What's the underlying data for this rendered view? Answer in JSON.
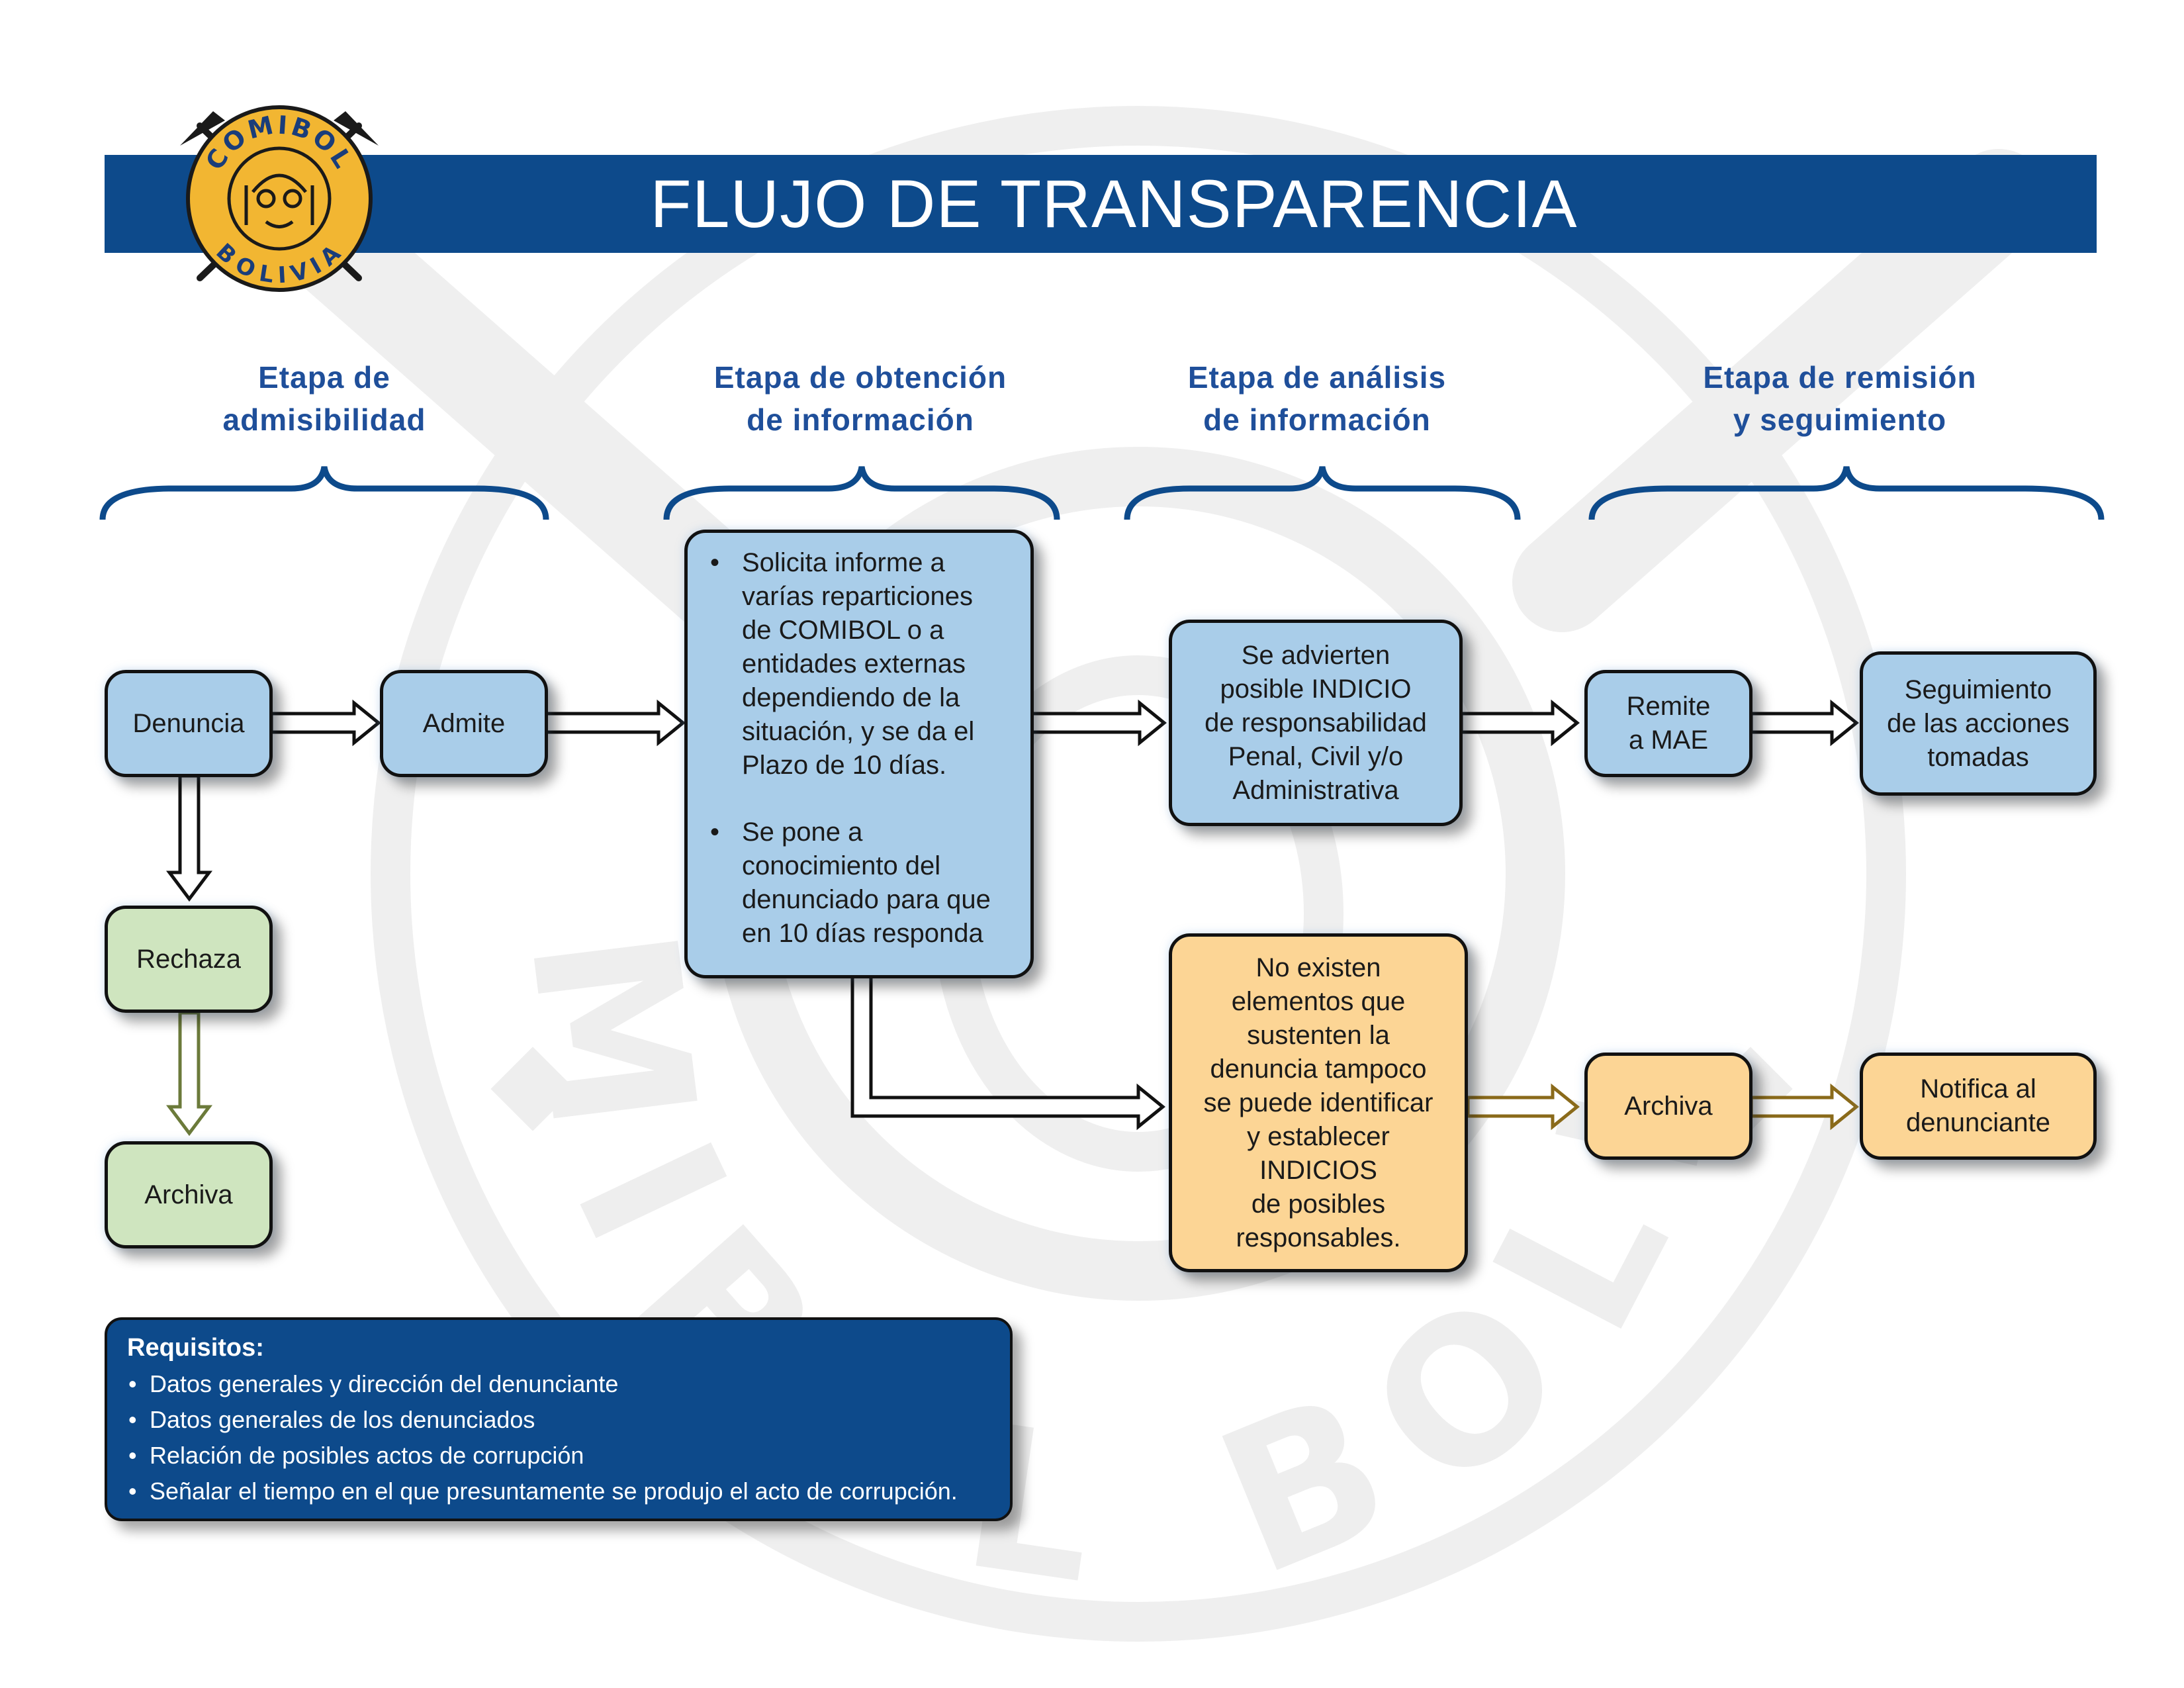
{
  "header": {
    "title": "FLUJO DE TRANSPARENCIA",
    "logo": {
      "top_text": "COMIBOL",
      "bottom_text": "BOLIVIA"
    }
  },
  "watermark": {
    "text": "COMIBOL BOLIVIA"
  },
  "stages": [
    {
      "line1": "Etapa de",
      "line2": "admisibilidad"
    },
    {
      "line1": "Etapa de obtención",
      "line2": "de información"
    },
    {
      "line1": "Etapa de análisis",
      "line2": "de información"
    },
    {
      "line1": "Etapa de remisión",
      "line2": "y seguimiento"
    }
  ],
  "nodes": {
    "denuncia": "Denuncia",
    "admite": "Admite",
    "rechaza": "Rechaza",
    "archiva_rechazo": "Archiva",
    "obtencion_items": [
      "Solicita informe a\nvarías reparticiones\nde COMIBOL o a\nentidades externas\ndependiendo de la\nsituación, y se da el\nPlazo de 10 días.",
      "Se pone a\nconocimiento del\ndenunciado para que\nen 10 días responda"
    ],
    "indicio": "Se advierten\nposible INDICIO\nde responsabilidad\nPenal, Civil y/o\nAdministrativa",
    "no_existen": "No existen\nelementos que\nsustenten la\ndenuncia tampoco\nse puede identificar\ny establecer\nINDICIOS\nde posibles\nresponsables.",
    "remite": "Remite\na MAE",
    "seguimiento": "Seguimiento\nde las acciones\ntomadas",
    "archiva_final": "Archiva",
    "notifica": "Notifica al\ndenunciante"
  },
  "requisitos": {
    "title": "Requisitos:",
    "items": [
      "Datos generales y dirección del denunciante",
      "Datos generales de los denunciados",
      "Relación de posibles actos de corrupción",
      "Señalar el tiempo en el que presuntamente se produjo el acto de corrupción."
    ]
  },
  "colors": {
    "header_blue": "#0d4a8b",
    "stage_text": "#1f4f9a",
    "node_blue": "#a9cde9",
    "node_green": "#cfe5bf",
    "node_orange": "#fcd595",
    "logo_gold": "#f2b632",
    "watermark_gray": "#eeeeee"
  }
}
